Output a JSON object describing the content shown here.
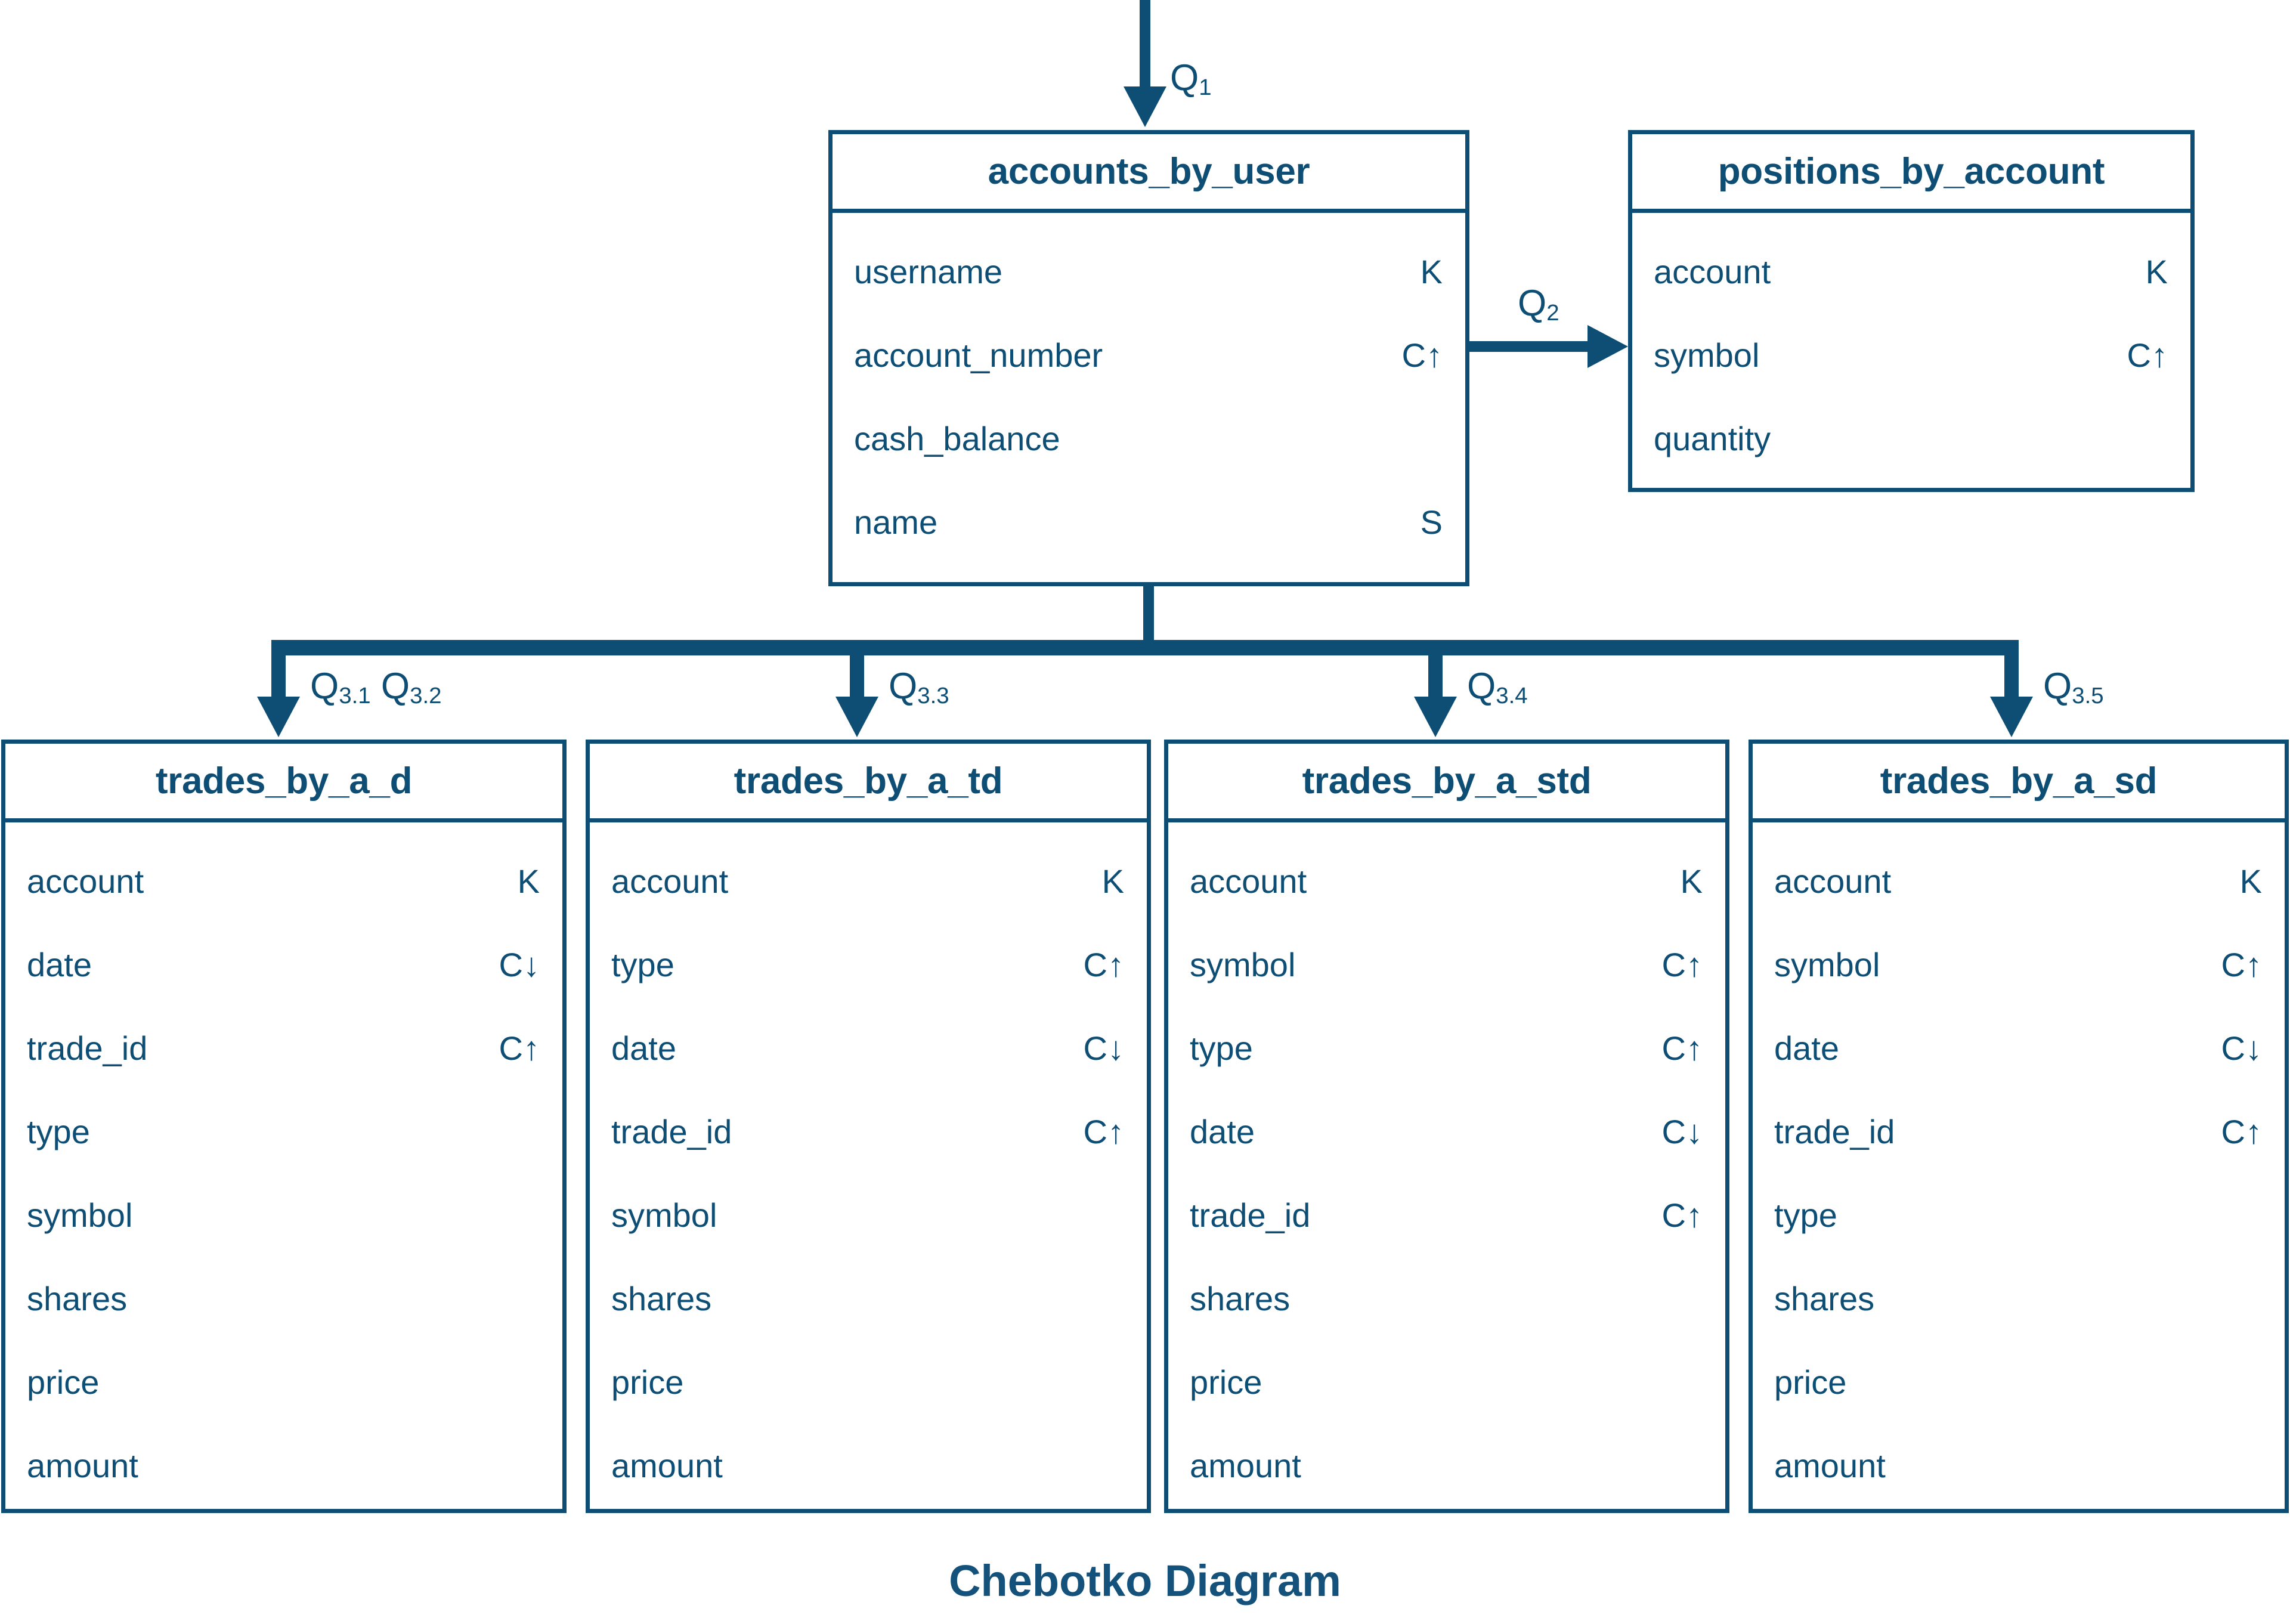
{
  "caption": "Chebotko Diagram",
  "accent_color": "#0E4E74",
  "legend": {
    "partition_key": "K",
    "clustering_asc": "C↑",
    "clustering_desc": "C↓",
    "static": "S"
  },
  "edges": {
    "q1": {
      "label": "Q",
      "sub": "1"
    },
    "q2": {
      "label": "Q",
      "sub": "2"
    },
    "q31": {
      "label": "Q",
      "sub": "3.1"
    },
    "q32": {
      "label": "Q",
      "sub": "3.2"
    },
    "q33": {
      "label": "Q",
      "sub": "3.3"
    },
    "q34": {
      "label": "Q",
      "sub": "3.4"
    },
    "q35": {
      "label": "Q",
      "sub": "3.5"
    }
  },
  "tables": [
    {
      "id": "accounts_by_user",
      "name": "accounts_by_user",
      "columns": [
        {
          "field": "username",
          "key": "K"
        },
        {
          "field": "account_number",
          "key": "C↑"
        },
        {
          "field": "cash_balance",
          "key": ""
        },
        {
          "field": "name",
          "key": "S"
        }
      ]
    },
    {
      "id": "positions_by_account",
      "name": "positions_by_account",
      "columns": [
        {
          "field": "account",
          "key": "K"
        },
        {
          "field": "symbol",
          "key": "C↑"
        },
        {
          "field": "quantity",
          "key": ""
        }
      ]
    },
    {
      "id": "trades_by_a_d",
      "name": "trades_by_a_d",
      "columns": [
        {
          "field": "account",
          "key": "K"
        },
        {
          "field": "date",
          "key": "C↓"
        },
        {
          "field": "trade_id",
          "key": "C↑"
        },
        {
          "field": "type",
          "key": ""
        },
        {
          "field": "symbol",
          "key": ""
        },
        {
          "field": "shares",
          "key": ""
        },
        {
          "field": "price",
          "key": ""
        },
        {
          "field": "amount",
          "key": ""
        }
      ]
    },
    {
      "id": "trades_by_a_td",
      "name": "trades_by_a_td",
      "columns": [
        {
          "field": "account",
          "key": "K"
        },
        {
          "field": "type",
          "key": "C↑"
        },
        {
          "field": "date",
          "key": "C↓"
        },
        {
          "field": "trade_id",
          "key": "C↑"
        },
        {
          "field": "symbol",
          "key": ""
        },
        {
          "field": "shares",
          "key": ""
        },
        {
          "field": "price",
          "key": ""
        },
        {
          "field": "amount",
          "key": ""
        }
      ]
    },
    {
      "id": "trades_by_a_std",
      "name": "trades_by_a_std",
      "columns": [
        {
          "field": "account",
          "key": "K"
        },
        {
          "field": "symbol",
          "key": "C↑"
        },
        {
          "field": "type",
          "key": "C↑"
        },
        {
          "field": "date",
          "key": "C↓"
        },
        {
          "field": "trade_id",
          "key": "C↑"
        },
        {
          "field": "shares",
          "key": ""
        },
        {
          "field": "price",
          "key": ""
        },
        {
          "field": "amount",
          "key": ""
        }
      ]
    },
    {
      "id": "trades_by_a_sd",
      "name": "trades_by_a_sd",
      "columns": [
        {
          "field": "account",
          "key": "K"
        },
        {
          "field": "symbol",
          "key": "C↑"
        },
        {
          "field": "date",
          "key": "C↓"
        },
        {
          "field": "trade_id",
          "key": "C↑"
        },
        {
          "field": "type",
          "key": ""
        },
        {
          "field": "shares",
          "key": ""
        },
        {
          "field": "price",
          "key": ""
        },
        {
          "field": "amount",
          "key": ""
        }
      ]
    }
  ]
}
